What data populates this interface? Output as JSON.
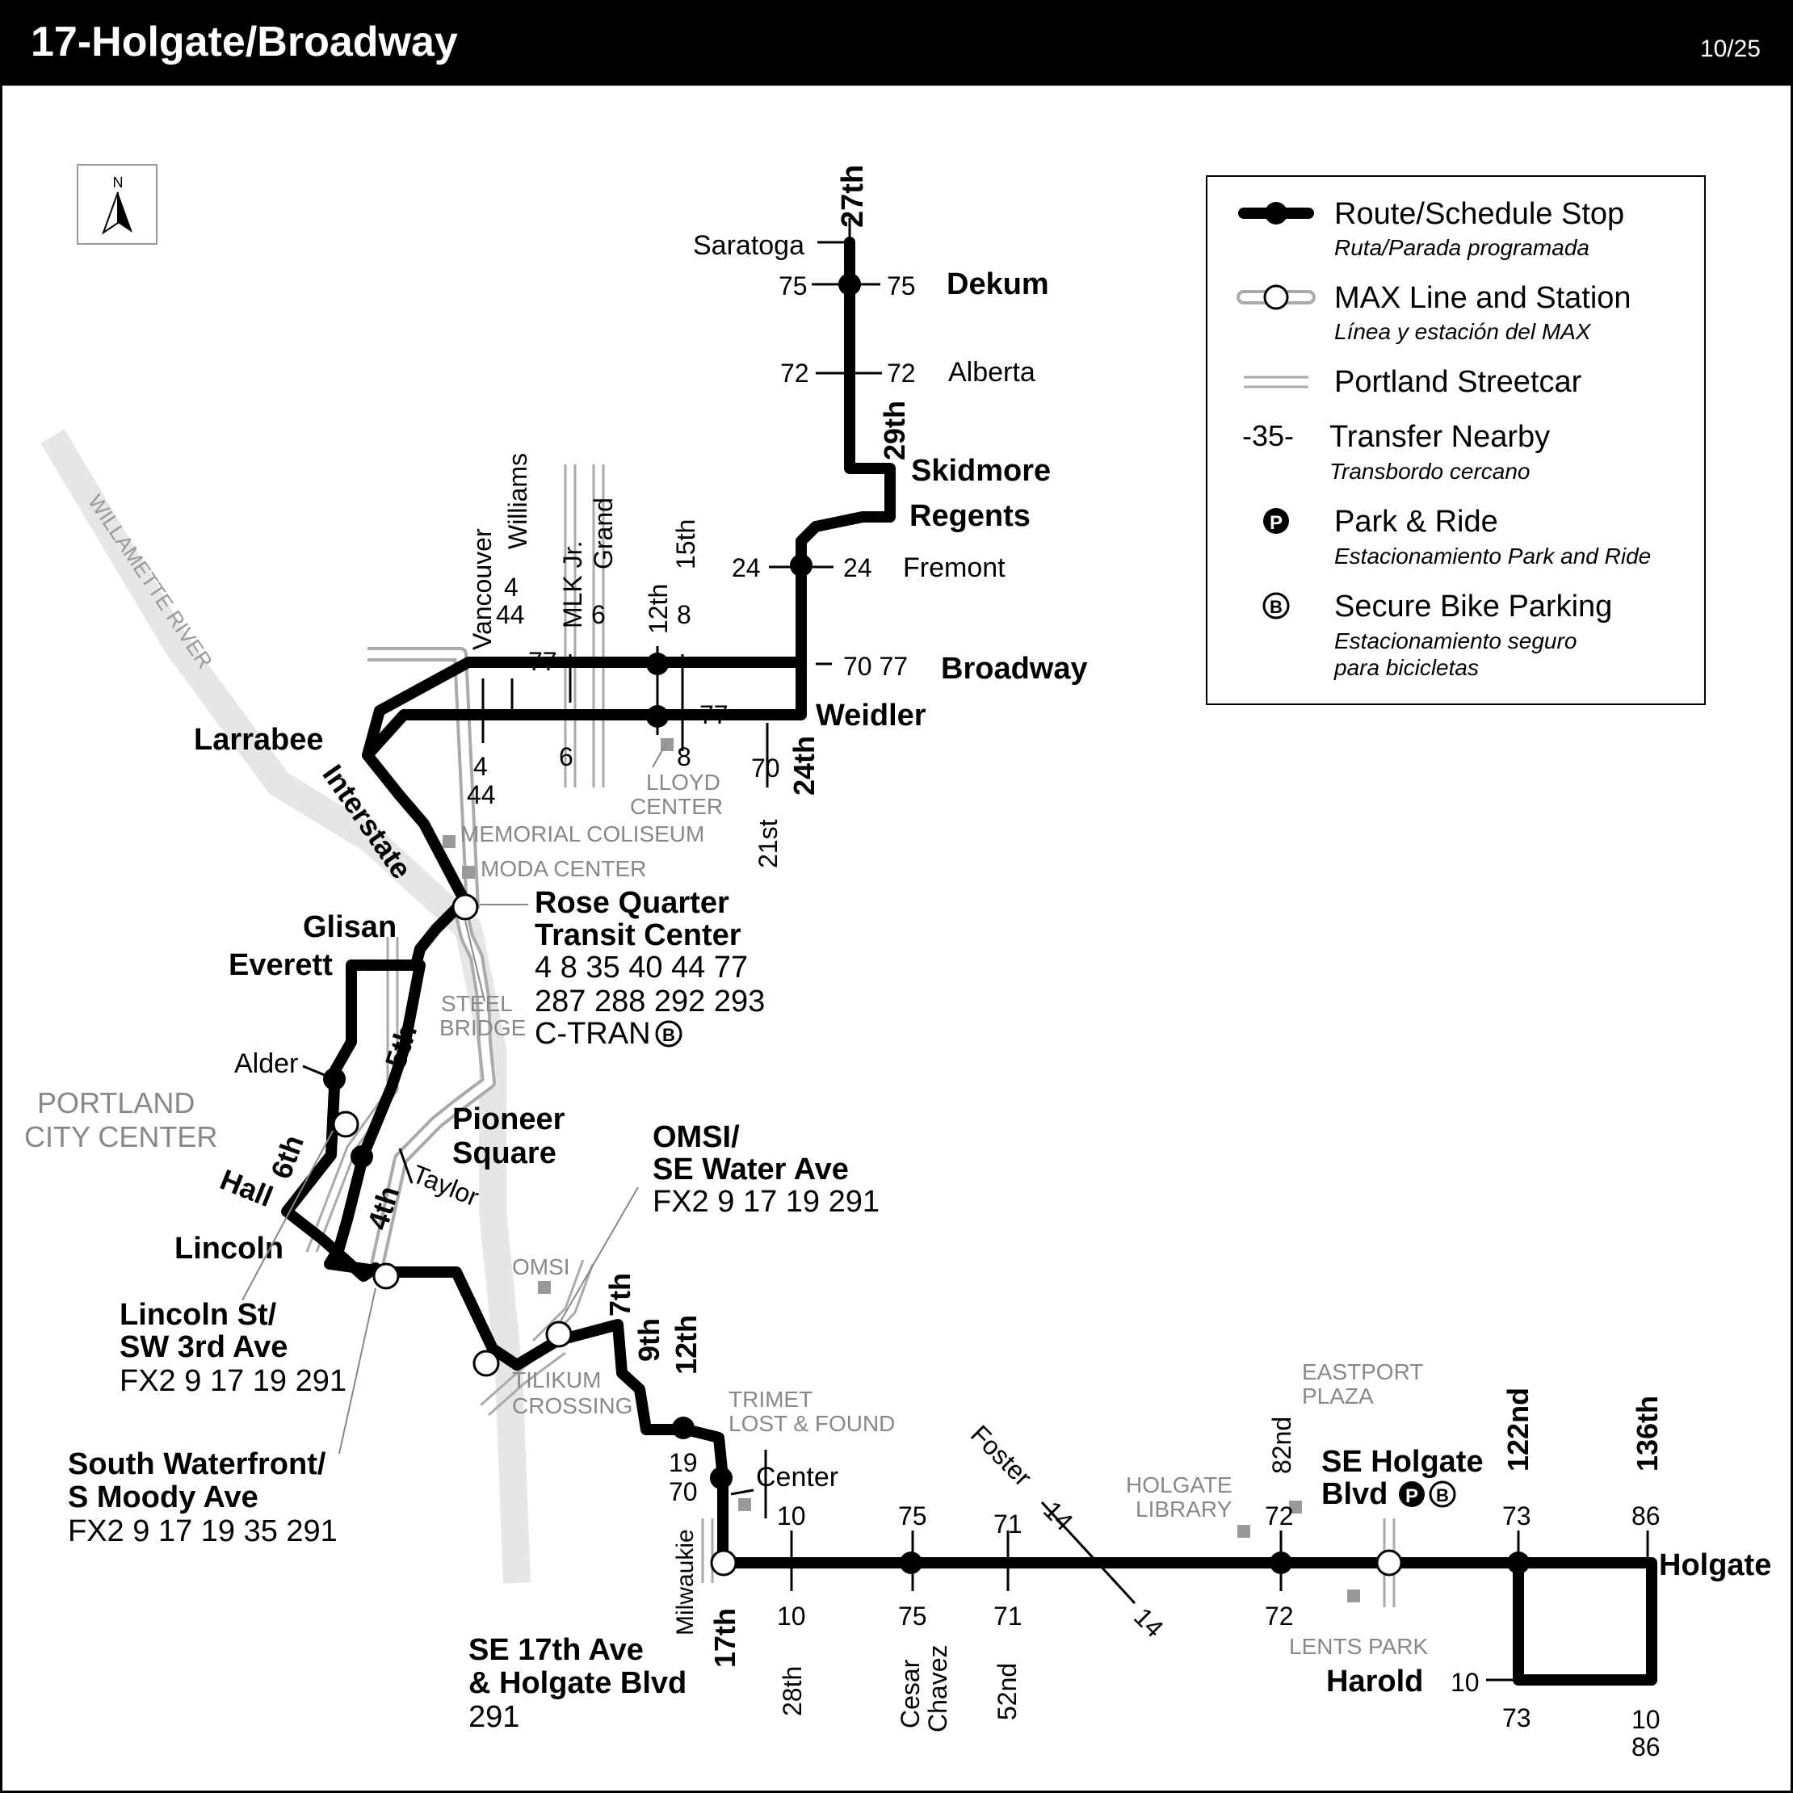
{
  "header": {
    "title": "17-Holgate/Broadway",
    "date": "10/25"
  },
  "north_label": "N",
  "legend": {
    "route_stop": "Route/Schedule Stop",
    "route_stop_es": "Ruta/Parada programada",
    "max": "MAX Line and Station",
    "max_es": "Línea y estación del MAX",
    "streetcar": "Portland Streetcar",
    "transfer_sample": "-35-",
    "transfer": "Transfer Nearby",
    "transfer_es": "Transbordo cercano",
    "park_ride": "Park & Ride",
    "park_ride_es": "Estacionamiento Park and Ride",
    "bike": "Secure Bike Parking",
    "bike_es1": "Estacionamiento seguro",
    "bike_es2": "para bicicletas",
    "p_glyph": "P",
    "b_glyph": "B"
  },
  "river": "WILLAMETTE RIVER",
  "areas": {
    "city1": "PORTLAND",
    "city2": "CITY CENTER"
  },
  "streets": {
    "s27th": "27th",
    "saratoga": "Saratoga",
    "dekum": "Dekum",
    "alberta": "Alberta",
    "s29th": "29th",
    "skidmore": "Skidmore",
    "regents": "Regents",
    "fremont": "Fremont",
    "broadway": "Broadway",
    "weidler": "Weidler",
    "s24th": "24th",
    "s21st": "21st",
    "vancouver": "Vancouver",
    "williams": "Williams",
    "mlk": "MLK Jr.",
    "grand": "Grand",
    "s12th": "12th",
    "s15th": "15th",
    "larrabee": "Larrabee",
    "interstate": "Interstate",
    "glisan": "Glisan",
    "everett": "Everett",
    "alder": "Alder",
    "s5th": "5th",
    "s6th": "6th",
    "hall": "Hall",
    "taylor": "Taylor",
    "s4th": "4th",
    "lincoln": "Lincoln",
    "s7th": "7th",
    "s9th": "9th",
    "s12th_b": "12th",
    "center": "Center",
    "milwaukie": "Milwaukie",
    "s17th": "17th",
    "s28th": "28th",
    "cesar1": "Cesar",
    "cesar2": "Chavez",
    "s52nd": "52nd",
    "foster": "Foster",
    "s82nd": "82nd",
    "s122nd": "122nd",
    "s136th": "136th",
    "holgate": "Holgate",
    "harold": "Harold"
  },
  "transfers": {
    "t75a": "75",
    "t75b": "75",
    "t72a": "72",
    "t72b": "72",
    "t24a": "24",
    "t24b": "24",
    "t7077": "70 77",
    "t77a": "77",
    "t77b": "77",
    "t4a": "4",
    "t44a": "44",
    "t4b": "4",
    "t44b": "44",
    "t6a": "6",
    "t6b": "6",
    "t8a": "8",
    "t8b": "8",
    "t70": "70",
    "t19": "19",
    "t70b": "70",
    "t10a": "10",
    "t10b": "10",
    "t75c": "75",
    "t75d": "75",
    "t71a": "71",
    "t71b": "71",
    "t14a": "14",
    "t14b": "14",
    "t72c": "72",
    "t72d": "72",
    "t73a": "73",
    "t73b": "73",
    "t86a": "86",
    "t10c": "10",
    "t86b": "86",
    "t10d": "10"
  },
  "landmarks": {
    "lloyd1": "LLOYD",
    "lloyd2": "CENTER",
    "memorial": "MEMORIAL COLISEUM",
    "moda": "MODA CENTER",
    "steel1": "STEEL",
    "steel2": "BRIDGE",
    "omsi": "OMSI",
    "tilikum1": "TILIKUM",
    "tilikum2": "CROSSING",
    "trimet1": "TRIMET",
    "trimet2": "LOST & FOUND",
    "eastport1": "EASTPORT",
    "eastport2": "PLAZA",
    "holgate_lib1": "HOLGATE",
    "holgate_lib2": "LIBRARY",
    "lents": "LENTS PARK"
  },
  "stations": {
    "rose_q1": "Rose Quarter",
    "rose_q2": "Transit Center",
    "rose_q3": "4 8 35 40 44 77",
    "rose_q4": "287 288 292 293",
    "rose_q5": "C-TRAN",
    "pioneer1": "Pioneer",
    "pioneer2": "Square",
    "omsi1": "OMSI/",
    "omsi2": "SE Water Ave",
    "omsi3": "FX2 9 17 19 291",
    "lincoln1": "Lincoln St/",
    "lincoln2": "SW 3rd Ave",
    "lincoln3": "FX2 9 17 19 291",
    "south1": "South Waterfront/",
    "south2": "S Moody Ave",
    "south3": "FX2 9 17 19 35 291",
    "se17_1": "SE 17th Ave",
    "se17_2": "& Holgate Blvd",
    "se17_3": "291",
    "seholgate1": "SE Holgate",
    "seholgate2": "Blvd"
  }
}
